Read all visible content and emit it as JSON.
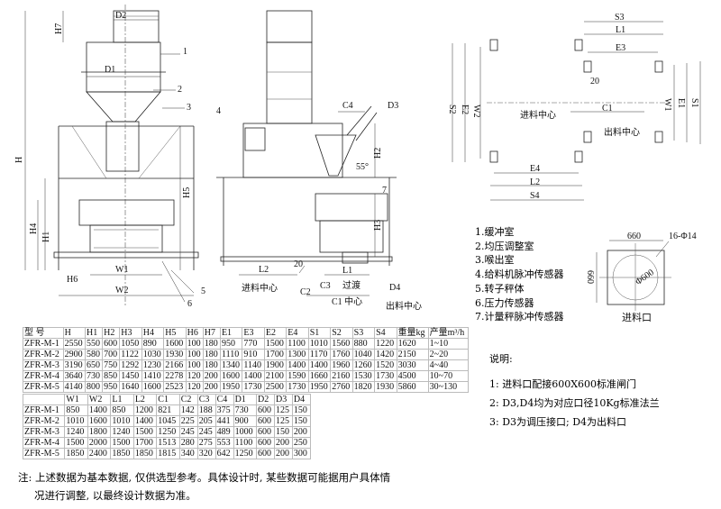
{
  "drawing": {
    "front_view_labels": {
      "D2": "D2",
      "H7": "H7",
      "part1": "1",
      "D1": "D1",
      "part2": "2",
      "part3": "3",
      "H": "H",
      "H5": "H5",
      "H4": "H4",
      "H1": "H1",
      "W1": "W1",
      "H6": "H6",
      "W2": "W2",
      "part5": "5",
      "part6": "6"
    },
    "side_view_labels": {
      "part4": "4",
      "C4": "C4",
      "D3": "D3",
      "H2": "H2",
      "angle": "55°",
      "part7": "7",
      "H3": "H3",
      "L2": "L2",
      "dim20": "20",
      "L1": "L1",
      "inlet_center": "进料中心",
      "C3": "C3",
      "transition": "过渡",
      "D4": "D4",
      "C2": "C2",
      "C1_center": "C1 中心",
      "outlet_center": "出料中心"
    },
    "plan_view_labels": {
      "S3": "S3",
      "L1": "L1",
      "E3": "E3",
      "dim20": "20",
      "inlet_center": "进料中心",
      "C1": "C1",
      "outlet_center": "出料中心",
      "S2": "S2",
      "E2": "E2",
      "W2": "W2",
      "W1": "W1",
      "E1": "E1",
      "S1": "S1",
      "E4": "E4",
      "L2": "L2",
      "S4": "S4"
    },
    "inlet_flange": {
      "width": "660",
      "height": "660",
      "holes": "16-Φ14",
      "diameter": "Φ600",
      "caption": "进料口"
    }
  },
  "legend": [
    "1.缓冲室",
    "2.均压调整室",
    "3.喉出室",
    "4.给料机脉冲传感器",
    "5.转子秤体",
    "6.压力传感器",
    "7.计量秤脉冲传感器"
  ],
  "notes": {
    "title": "说明:",
    "items": [
      "1: 进料口配接600X600标准闸门",
      "2: D3,D4均为对应口径10Kg标准法兰",
      "3: D3为调压接口; D4为出料口"
    ]
  },
  "table1": {
    "header": [
      "型 号",
      "H",
      "H1",
      "H2",
      "H3",
      "H4",
      "H5",
      "H6",
      "H7",
      "E1",
      "E3",
      "E2",
      "E4",
      "S1",
      "S2",
      "S3",
      "S4",
      "重量kg",
      "产量m³/h"
    ],
    "rows": [
      [
        "ZFR-M-1",
        "2550",
        "550",
        "600",
        "1050",
        "890",
        "1600",
        "100",
        "180",
        "950",
        "770",
        "1500",
        "1100",
        "1010",
        "1560",
        "880",
        "1220",
        "1620",
        "1~10"
      ],
      [
        "ZFR-M-2",
        "2900",
        "580",
        "700",
        "1122",
        "1030",
        "1930",
        "100",
        "180",
        "1110",
        "910",
        "1700",
        "1300",
        "1170",
        "1760",
        "1040",
        "1420",
        "2150",
        "2~20"
      ],
      [
        "ZFR-M-3",
        "3190",
        "650",
        "750",
        "1292",
        "1230",
        "2166",
        "100",
        "180",
        "1340",
        "1140",
        "1900",
        "1400",
        "1400",
        "1960",
        "1260",
        "1520",
        "3030",
        "4~40"
      ],
      [
        "ZFR-M-4",
        "3640",
        "730",
        "850",
        "1450",
        "1410",
        "2278",
        "120",
        "200",
        "1600",
        "1400",
        "2100",
        "1590",
        "1660",
        "2160",
        "1530",
        "1730",
        "4500",
        "10~70"
      ],
      [
        "ZFR-M-5",
        "4140",
        "800",
        "950",
        "1640",
        "1600",
        "2523",
        "120",
        "200",
        "1950",
        "1730",
        "2500",
        "1730",
        "1950",
        "2760",
        "1820",
        "1930",
        "5860",
        "30~130"
      ]
    ]
  },
  "table2": {
    "header": [
      "",
      "W1",
      "W2",
      "L1",
      "L2",
      "C1",
      "C2",
      "C3",
      "C4",
      "D1",
      "D2",
      "D3",
      "D4"
    ],
    "rows": [
      [
        "ZFR-M-1",
        "850",
        "1400",
        "850",
        "1200",
        "821",
        "142",
        "188",
        "375",
        "730",
        "600",
        "125",
        "150"
      ],
      [
        "ZFR-M-2",
        "1010",
        "1600",
        "1010",
        "1400",
        "1045",
        "225",
        "205",
        "441",
        "900",
        "600",
        "125",
        "150"
      ],
      [
        "ZFR-M-3",
        "1240",
        "1800",
        "1240",
        "1500",
        "1250",
        "245",
        "245",
        "489",
        "1000",
        "600",
        "150",
        "200"
      ],
      [
        "ZFR-M-4",
        "1500",
        "2000",
        "1500",
        "1700",
        "1513",
        "280",
        "275",
        "553",
        "1100",
        "600",
        "200",
        "250"
      ],
      [
        "ZFR-M-5",
        "1850",
        "2400",
        "1850",
        "1850",
        "1815",
        "340",
        "320",
        "642",
        "1250",
        "600",
        "200",
        "300"
      ]
    ]
  },
  "footnote": {
    "line1": "注: 上述数据为基本数据, 仅供选型参考。具体设计时, 某些数据可能据用户具体情",
    "line2": "况进行调整, 以最终设计数据为准。"
  }
}
